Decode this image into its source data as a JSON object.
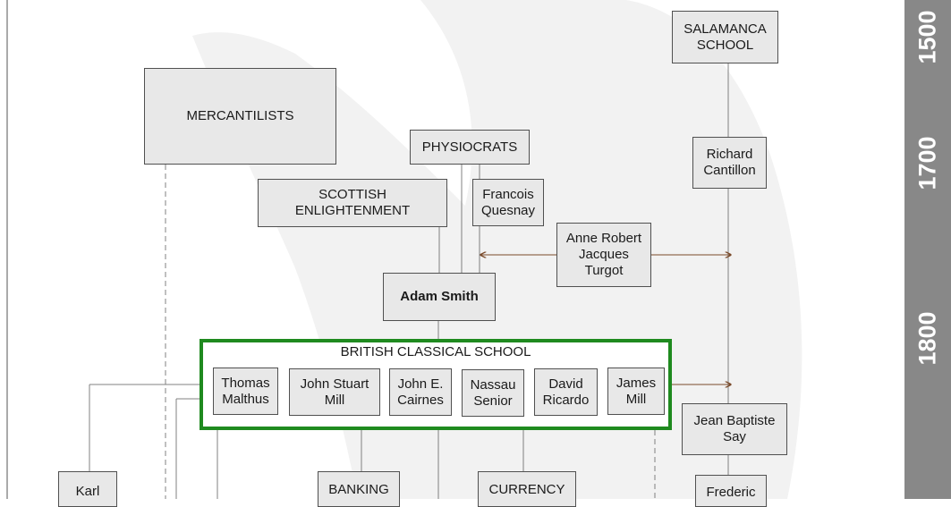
{
  "timeline": {
    "years": [
      "1500",
      "1700",
      "1800"
    ]
  },
  "nodes": {
    "salamanca": "SALAMANCA\nSCHOOL",
    "mercantilists": "MERCANTILISTS",
    "physiocrats": "PHYSIOCRATS",
    "scottish": "SCOTTISH\nENLIGHTENMENT",
    "quesnay": "Francois\nQuesnay",
    "cantillon": "Richard\nCantillon",
    "turgot": "Anne Robert\nJacques\nTurgot",
    "smith": "Adam Smith",
    "say": "Jean Baptiste\nSay",
    "karl": "Karl",
    "banking": "BANKING",
    "currency": "CURRENCY",
    "frederic": "Frederic"
  },
  "british_school": {
    "title": "BRITISH CLASSICAL SCHOOL",
    "members": [
      "Thomas\nMalthus",
      "John Stuart\nMill",
      "John E.\nCairnes",
      "Nassau\nSenior",
      "David\nRicardo",
      "James\nMill"
    ]
  },
  "colors": {
    "box_fill": "#e8e8e8",
    "box_border": "#505050",
    "school_border": "#1f8a1f",
    "arrow": "#7a4a2a",
    "timeline": "#888888",
    "watermark": "#f2f2f2"
  }
}
